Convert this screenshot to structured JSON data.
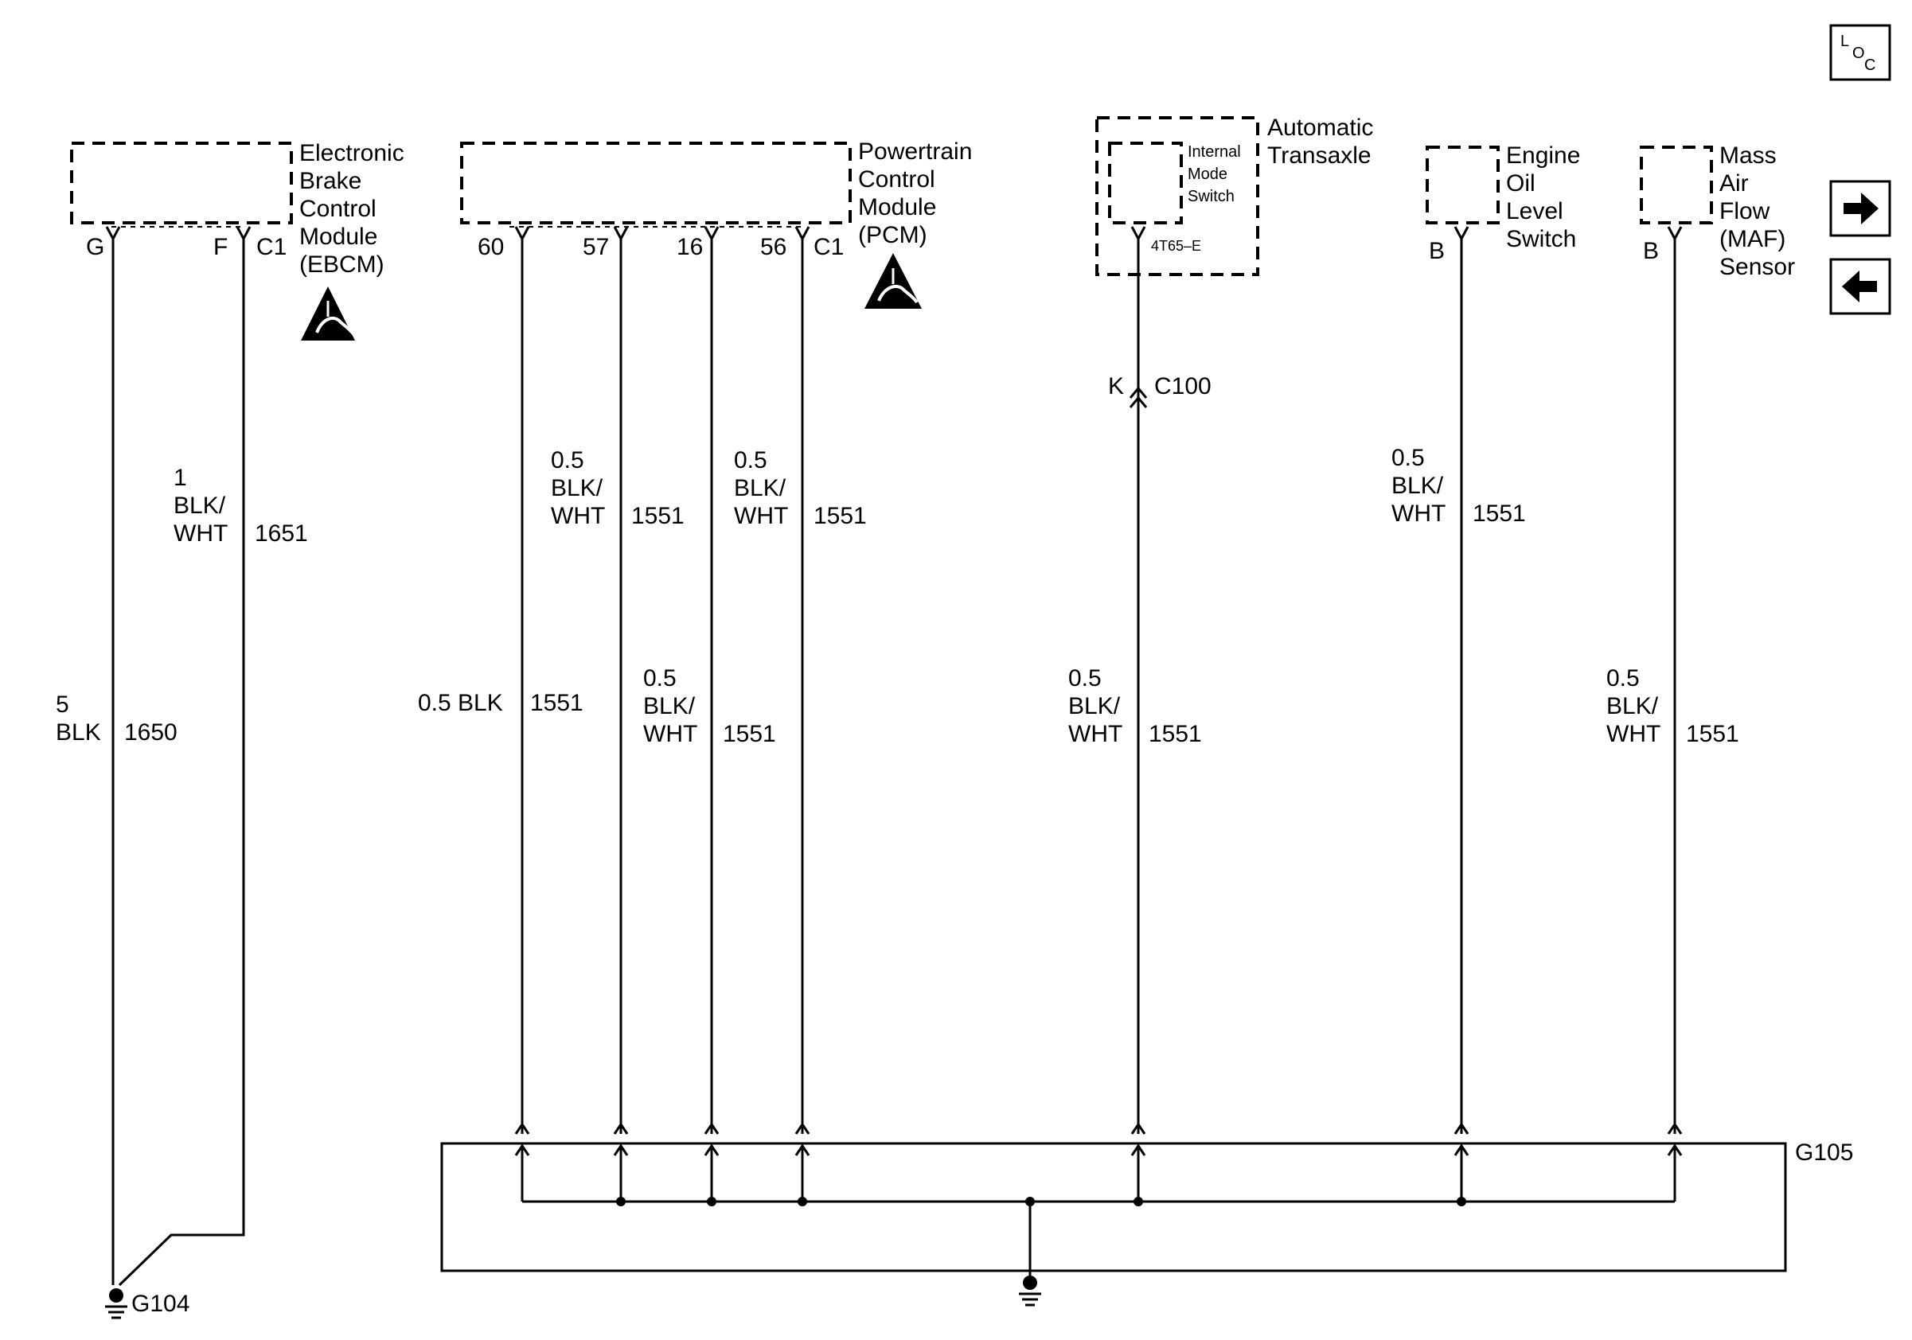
{
  "loc_icon": {
    "l": "L",
    "o": "O",
    "c": "C"
  },
  "nav": {
    "next": "right-arrow-icon",
    "prev": "left-arrow-icon"
  },
  "ebcm": {
    "name_lines": [
      "Electronic",
      "Brake",
      "Control",
      "Module",
      "(EBCM)"
    ],
    "connector": "C1",
    "pins": {
      "g": "G",
      "f": "F"
    }
  },
  "pcm": {
    "name_lines": [
      "Powertrain",
      "Control",
      "Module",
      "(PCM)"
    ],
    "connector": "C1",
    "pins": {
      "p60": "60",
      "p57": "57",
      "p16": "16",
      "p56": "56"
    }
  },
  "transaxle": {
    "name_lines": [
      "Automatic",
      "Transaxle"
    ],
    "switch_lines": [
      "Internal",
      "Mode",
      "Switch"
    ],
    "model": "4T65–E"
  },
  "inline_connector": {
    "pin": "K",
    "name": "C100"
  },
  "oil_switch": {
    "name_lines": [
      "Engine",
      "Oil",
      "Level",
      "Switch"
    ],
    "pin": "B"
  },
  "maf": {
    "name_lines": [
      "Mass",
      "Air",
      "Flow",
      "(MAF)",
      "Sensor"
    ],
    "pin": "B"
  },
  "wires": {
    "ebcm_f": {
      "size": "1",
      "color_lines": [
        "BLK/",
        "WHT"
      ],
      "circuit": "1651"
    },
    "ebcm_g": {
      "size": "5",
      "color": "BLK",
      "circuit": "1650"
    },
    "pcm60": {
      "label": "0.5 BLK",
      "circuit": "1551"
    },
    "pcm57": {
      "size": "0.5",
      "color_lines": [
        "BLK/",
        "WHT"
      ],
      "circuit": "1551"
    },
    "pcm16": {
      "size": "0.5",
      "color_lines": [
        "BLK/",
        "WHT"
      ],
      "circuit": "1551"
    },
    "pcm56": {
      "size": "0.5",
      "color_lines": [
        "BLK/",
        "WHT"
      ],
      "circuit": "1551"
    },
    "trans": {
      "size": "0.5",
      "color_lines": [
        "BLK/",
        "WHT"
      ],
      "circuit": "1551"
    },
    "oil": {
      "size": "0.5",
      "color_lines": [
        "BLK/",
        "WHT"
      ],
      "circuit": "1551"
    },
    "maf": {
      "size": "0.5",
      "color_lines": [
        "BLK/",
        "WHT"
      ],
      "circuit": "1551"
    }
  },
  "grounds": {
    "g104": "G104",
    "g105": "G105"
  }
}
